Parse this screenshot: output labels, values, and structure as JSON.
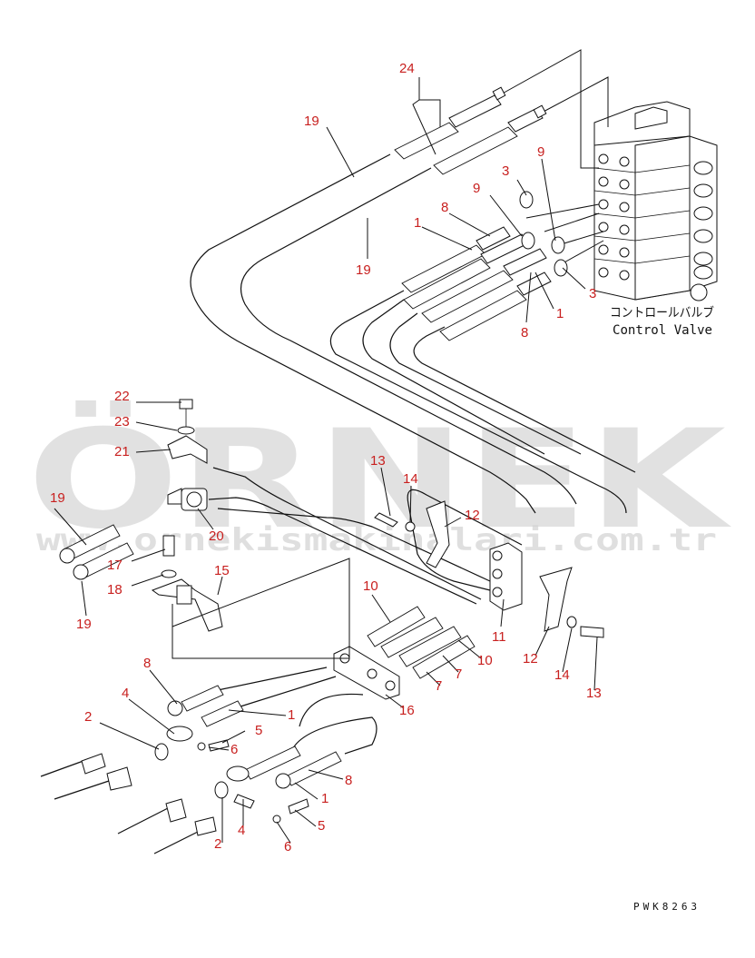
{
  "watermark": {
    "brand": "ÖRNEK",
    "url": "www.ornekismakinalari.com.tr",
    "color": "#c9c9c9",
    "accent": "#f0d8a8"
  },
  "component": {
    "name_jp": "コントロールバルブ",
    "name_en": "Control Valve"
  },
  "drawing_code": "PWK8263",
  "part_color": "#c8201f",
  "callouts": {
    "c24": "24",
    "c19a": "19",
    "c19b": "19",
    "c1a": "1",
    "c8a": "8",
    "c3a": "3",
    "c9a": "9",
    "c9b": "9",
    "c3b": "3",
    "c1b": "1",
    "c8b": "8",
    "c22": "22",
    "c23": "23",
    "c21": "21",
    "c19c": "19",
    "c19d": "19",
    "c20": "20",
    "c17": "17",
    "c18": "18",
    "c15": "15",
    "c13a": "13",
    "c14a": "14",
    "c12a": "12",
    "c10a": "10",
    "c11": "11",
    "c10b": "10",
    "c7a": "7",
    "c7b": "7",
    "c12b": "12",
    "c14b": "14",
    "c13b": "13",
    "c16": "16",
    "c8c": "8",
    "c4a": "4",
    "c2a": "2",
    "c1c": "1",
    "c5a": "5",
    "c6a": "6",
    "c8d": "8",
    "c1d": "1",
    "c2b": "2",
    "c4b": "4",
    "c5b": "5",
    "c6b": "6"
  }
}
